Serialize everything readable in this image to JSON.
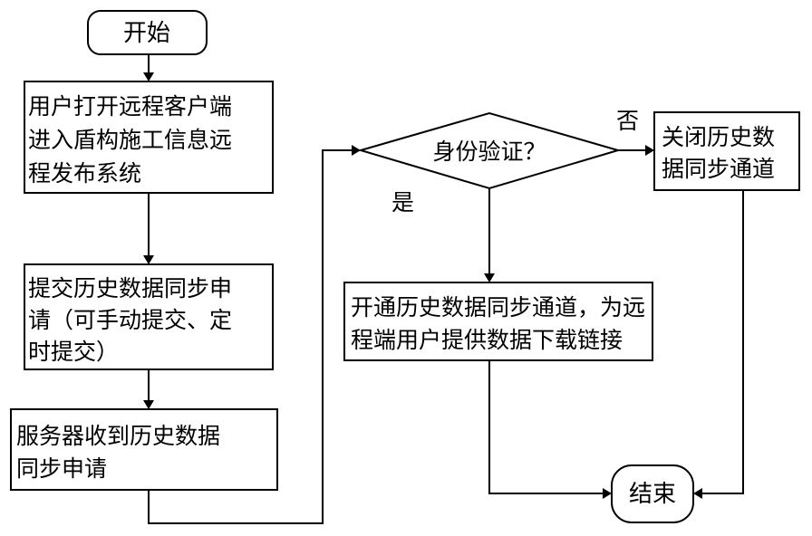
{
  "nodes": {
    "start": {
      "label": "开始"
    },
    "open_client": {
      "lines": [
        "用户打开远程客户端",
        "进入盾构施工信息远",
        "程发布系统"
      ]
    },
    "submit_request": {
      "lines": [
        "提交历史数据同步申",
        "请（可手动提交、定",
        "时提交）"
      ]
    },
    "server_receive": {
      "lines": [
        "服务器收到历史数据",
        "同步申请"
      ]
    },
    "auth_decision": {
      "label": "身份验证？"
    },
    "open_channel": {
      "lines": [
        "开通历史数据同步通道，为远",
        "程端用户提供数据下载链接"
      ]
    },
    "close_channel": {
      "lines": [
        "关闭历史数",
        "据同步通道"
      ]
    },
    "end": {
      "label": "结束"
    }
  },
  "edge_labels": {
    "yes": "是",
    "no": "否"
  }
}
